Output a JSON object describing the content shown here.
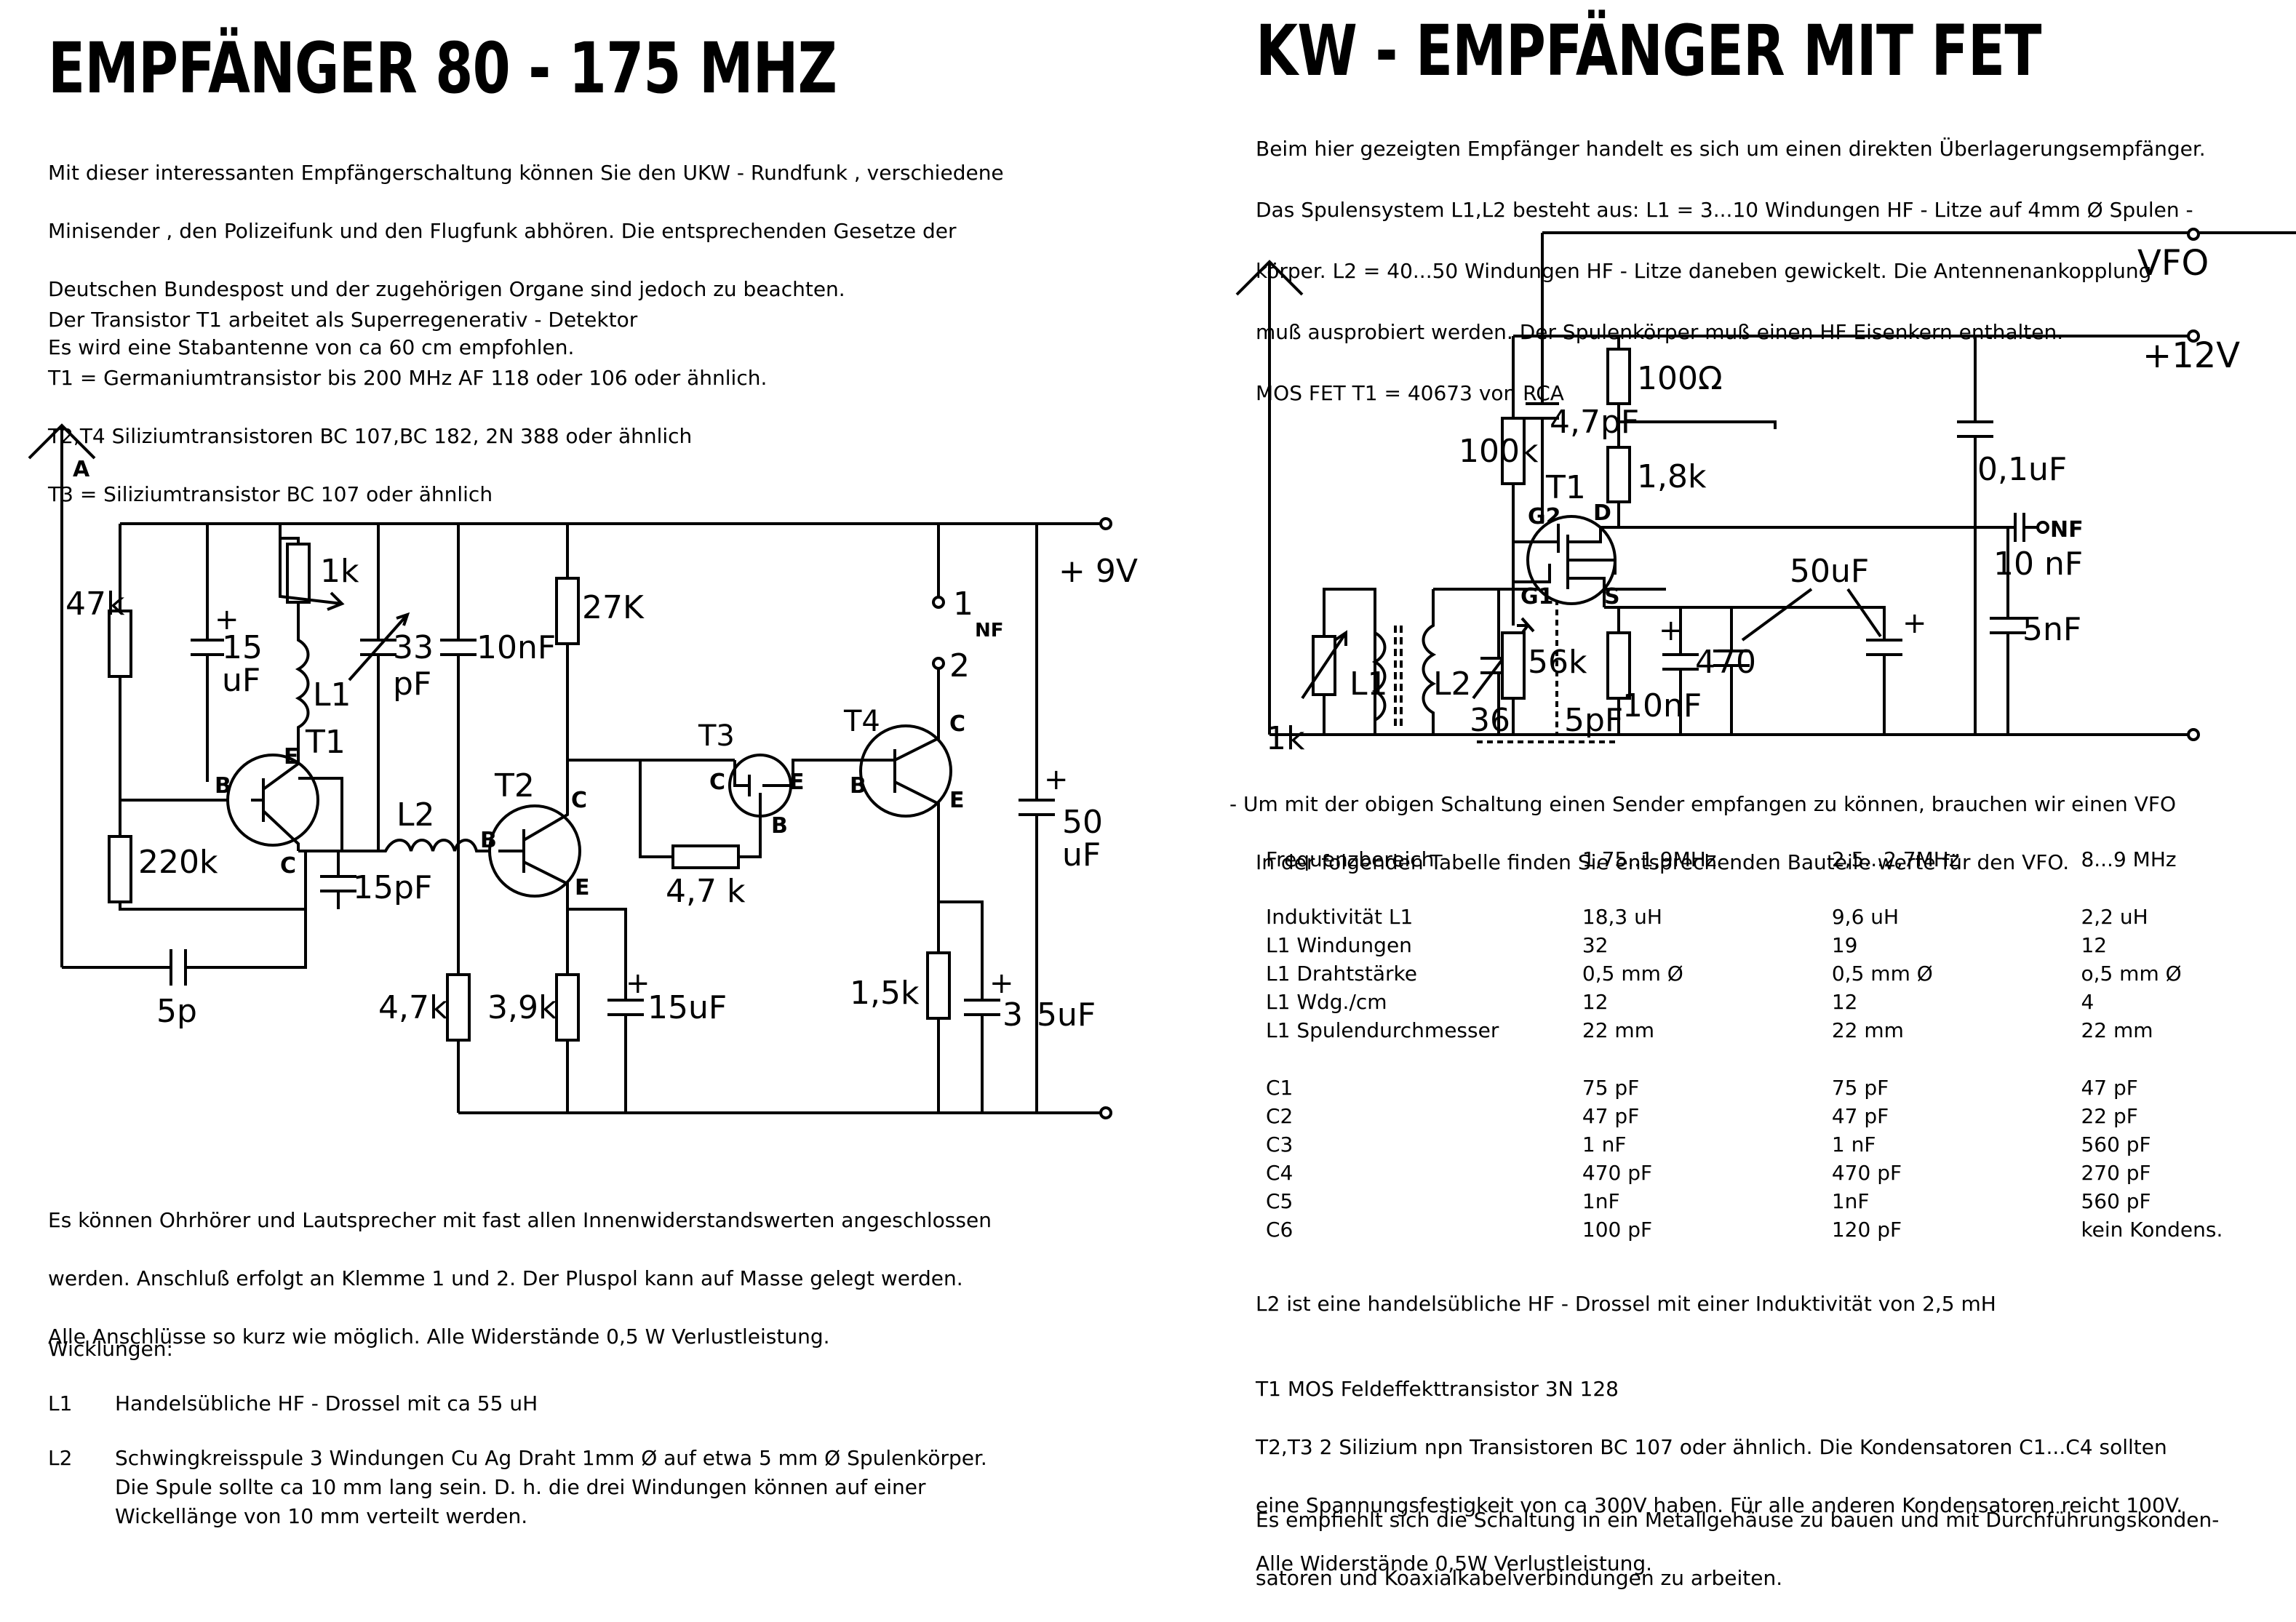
{
  "left": {
    "title": "EMPFÄNGER 80 - 175 MHZ",
    "intro": [
      "Mit dieser interessanten Empfängerschaltung können Sie den UKW - Rundfunk , verschiedene",
      "Minisender , den Polizeifunk und den Flugfunk abhören. Die entsprechenden Gesetze der",
      "Deutschen Bundespost und der zugehörigen Organe sind jedoch zu beachten.",
      "Es wird eine Stabantenne von ca 60 cm empfohlen."
    ],
    "transistors": [
      "Der Transistor T1 arbeitet als Superregenerativ - Detektor",
      "T1 = Germaniumtransistor  bis 200 MHz   AF 118 oder 106 oder ähnlich.",
      "T2,T4  Siliziumtransistoren BC 107,BC 182, 2N 388 oder ähnlich",
      "T3 = Siliziumtransistor  BC 107  oder ähnlich"
    ],
    "schematic_labels": {
      "antenna": "A",
      "r47k": "47k",
      "c15uf_a": "15",
      "c15uf_b": "uF",
      "plus": "+",
      "r1k": "1k",
      "l1": "L1",
      "c33_a": "33",
      "c33_b": "pF",
      "c10nf": "10nF",
      "r27k": "27K",
      "t1": "T1",
      "t2": "T2",
      "t3": "T3",
      "t4": "T4",
      "b": "B",
      "c": "C",
      "e": "E",
      "l2": "L2",
      "r220k": "220k",
      "c15pf": "15pF",
      "c5p": "5p",
      "r4k7": "4,7k",
      "r3k9": "3,9k",
      "c15uf2": "15uF",
      "r4k7b": "4,7 k",
      "r1k5": "1,5k",
      "c3": "3",
      "c5uf": "5uF",
      "c50_a": "50",
      "c50_b": "uF",
      "v9": "+ 9V",
      "n1": "1",
      "nf": "NF",
      "n2": "2"
    },
    "notes": [
      "Es können Ohrhörer und Lautsprecher mit fast allen Innenwiderstandswerten angeschlossen",
      "werden. Anschluß erfolgt an Klemme 1 und 2.  Der Pluspol kann auf Masse gelegt werden.",
      "Alle Anschlüsse so kurz wie möglich. Alle Widerstände 0,5 W Verlustleistung."
    ],
    "wicklungen_title": "Wicklungen:",
    "wicklungen": [
      {
        "label": "L1",
        "lines": [
          "Handelsübliche HF - Drossel mit ca 55 uH"
        ]
      },
      {
        "label": "L2",
        "lines": [
          "Schwingkreisspule  3 Windungen Cu Ag Draht 1mm Ø  auf etwa  5 mm Ø Spulenkörper.",
          "Die Spule sollte ca 10 mm lang sein.  D.   h. die drei Windungen können auf einer",
          "Wickellänge von 10 mm verteilt werden."
        ]
      }
    ]
  },
  "right": {
    "title": "KW - EMPFÄNGER MIT FET",
    "intro": [
      "Beim hier gezeigten Empfänger handelt es sich um einen direkten Überlagerungsempfänger.",
      "Das Spulensystem L1,L2 besteht aus: L1 = 3...10 Windungen HF - Litze auf 4mm Ø Spulen -",
      "körper. L2 = 40...50 Windungen HF - Litze daneben gewickelt. Die Antennenankopplung",
      "muß ausprobiert werden. Der Spulenkörper muß einen HF Eisenkern enthalten.",
      "MOS FET T1  = 40673 von RCA"
    ],
    "schematic_labels": {
      "vfo": "VFO",
      "v12": "+12V",
      "r100": "100Ω",
      "c47pf": "4,7pF",
      "r100k": "100k",
      "r18k": "1,8k",
      "c01uf": "0,1uF",
      "g2": "G2",
      "t1": "T1",
      "d": "D",
      "nf": "NF",
      "c10nf": "10 nF",
      "c50uf": "50uF",
      "g1": "G1",
      "s": "S",
      "l1": "L1",
      "l2": "L2",
      "r56k": "56k",
      "r470": "470",
      "c5nf": "5nF",
      "r1k": "1k",
      "c36": "36",
      "c5pf": "5pF",
      "c10nf2": "10nF",
      "plus": "+"
    },
    "vfo_intro": [
      "- Um mit der obigen Schaltung einen Sender empfangen zu können, brauchen wir einen VFO",
      "In der folgenden Tabelle finden Sie entsprechenden Bauteile werte für den VFO."
    ],
    "table": {
      "header": [
        "Frequenzbereich",
        "1,75..1,9MHz",
        "2,5...2,7MHz",
        "8...9 MHz"
      ],
      "group1": [
        [
          "Induktivität L1",
          "18,3 uH",
          "9,6 uH",
          "2,2 uH"
        ],
        [
          "L1 Windungen",
          "32",
          "19",
          "12"
        ],
        [
          "L1 Drahtstärke",
          "0,5 mm Ø",
          "0,5 mm Ø",
          "o,5 mm Ø"
        ],
        [
          "L1 Wdg./cm",
          "12",
          "12",
          "4"
        ],
        [
          "L1  Spulendurchmesser",
          "22  mm",
          "22 mm",
          "22 mm"
        ]
      ],
      "group2": [
        [
          "C1",
          "75 pF",
          "75 pF",
          "47 pF"
        ],
        [
          "C2",
          "47 pF",
          "47 pF",
          "22 pF"
        ],
        [
          "C3",
          "1 nF",
          "1 nF",
          "560 pF"
        ],
        [
          "C4",
          "470 pF",
          "470 pF",
          "270 pF"
        ],
        [
          "C5",
          "1nF",
          "1nF",
          "560 pF"
        ],
        [
          "C6",
          "100 pF",
          "120 pF",
          "kein Kondens."
        ]
      ]
    },
    "l2_note": "L2 ist eine handelsübliche HF - Drossel mit einer Induktivität von 2,5 mH",
    "t_notes": [
      "T1  MOS Feldeffekttransistor  3N 128",
      "T2,T3  2 Silizium npn Transistoren BC 107 oder ähnlich. Die Kondensatoren C1...C4 sollten",
      "eine Spannungsfestigkeit von ca 300V haben.  Für alle anderen Kondensatoren reicht 100V.",
      "Alle Widerstände 0,5W Verlustleistung."
    ],
    "final": [
      "Es empfiehlt sich die Schaltung in ein Metallgehäuse zu bauen und mit Durchführungskonden-",
      "satoren und Koaxialkabelverbindungen zu arbeiten."
    ]
  }
}
